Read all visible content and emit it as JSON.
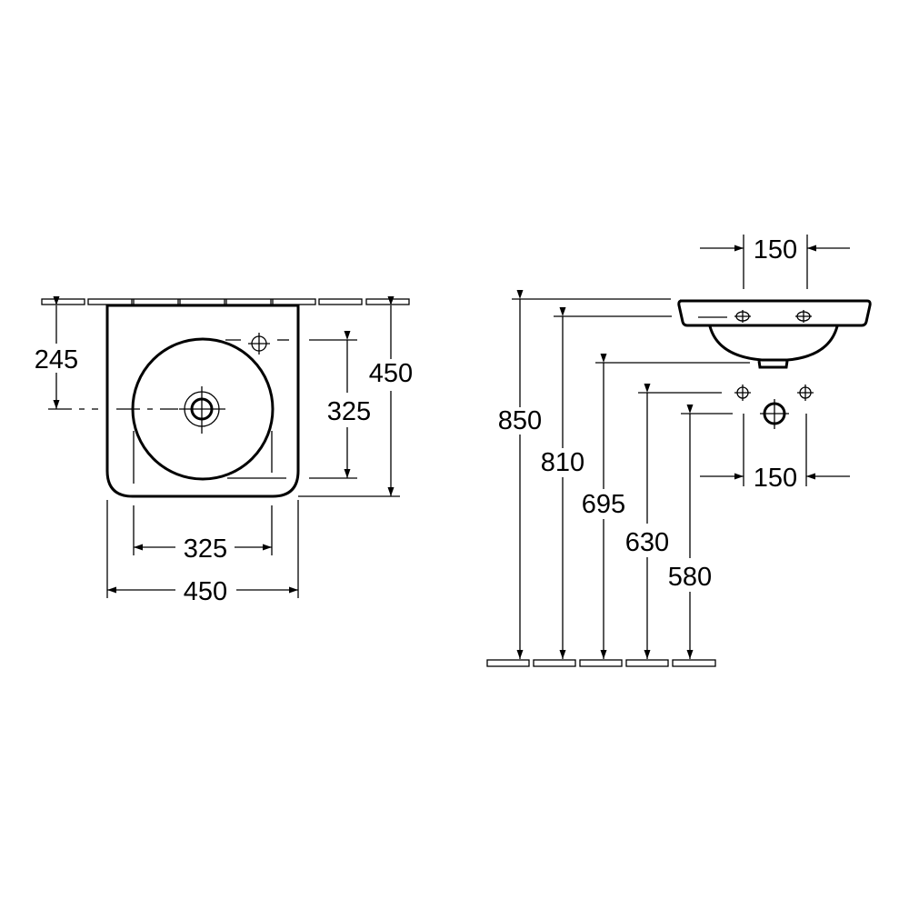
{
  "drawing": {
    "title": "Corner washbasin dimension drawing",
    "colors": {
      "line": "#000000",
      "background": "#ffffff"
    },
    "plan_view": {
      "dim_wall_to_waste": "245",
      "dim_overall_depth": "450",
      "dim_bowl_depth": "325",
      "dim_bowl_width": "325",
      "dim_overall_width": "450"
    },
    "side_view": {
      "dim_tap_spacing_top": "150",
      "dim_tap_spacing_bottom": "150",
      "dim_height_rim": "850",
      "dim_height_taphole": "810",
      "dim_height_bowl_bottom": "695",
      "dim_height_supply": "630",
      "dim_height_waste": "580"
    }
  }
}
